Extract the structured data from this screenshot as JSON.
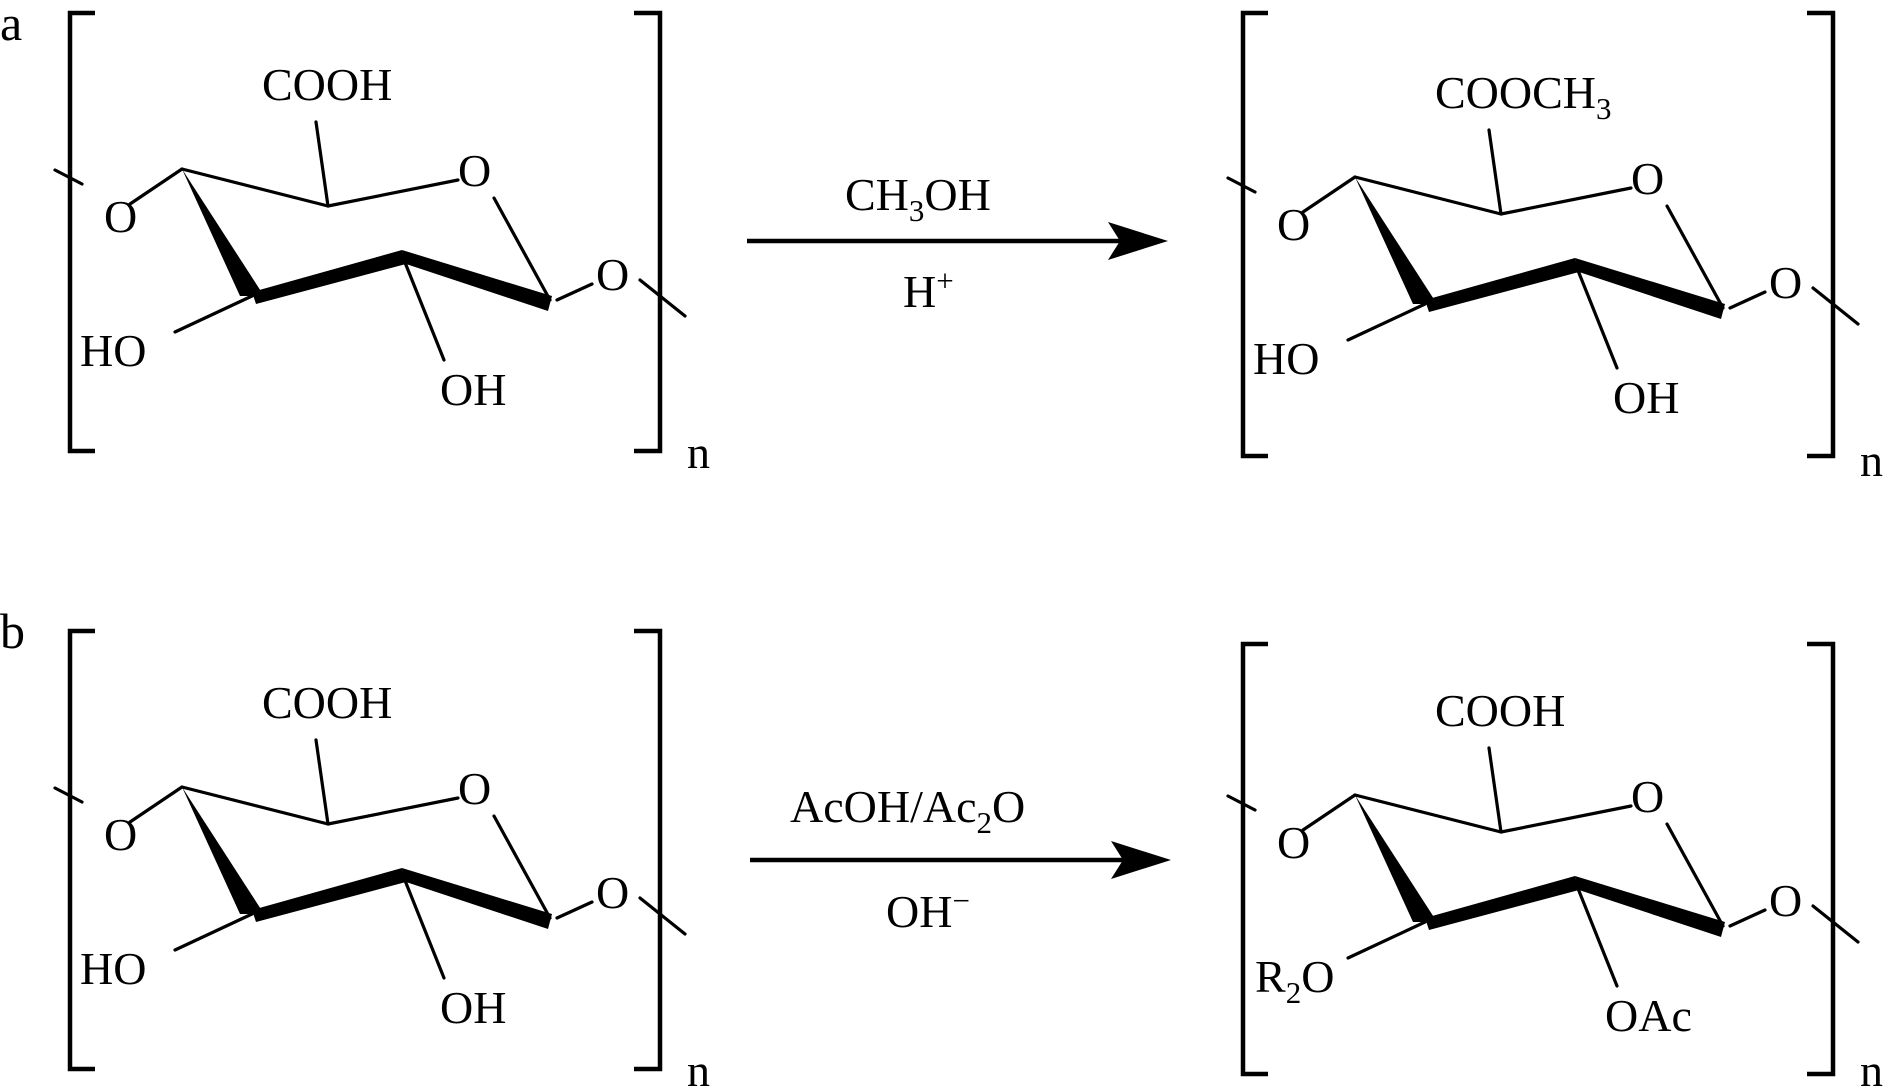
{
  "panels": [
    {
      "label": "a",
      "reactant": {
        "top_group": "COOH",
        "ring_oxygen": "O",
        "left_linker": "O",
        "right_linker": "O",
        "left_substituent": "HO",
        "right_substituent": "OH",
        "repeat": "n"
      },
      "reagent_above": {
        "main": "CH",
        "sub": "3",
        "tail": "OH"
      },
      "reagent_below": {
        "main": "H",
        "sup": "+"
      },
      "product": {
        "top_group": {
          "main": "COOCH",
          "sub": "3"
        },
        "ring_oxygen": "O",
        "left_linker": "O",
        "right_linker": "O",
        "left_substituent": {
          "main": "HO",
          "sub": "",
          "tail": ""
        },
        "right_substituent": "OH",
        "repeat": "n"
      }
    },
    {
      "label": "b",
      "reactant": {
        "top_group": "COOH",
        "ring_oxygen": "O",
        "left_linker": "O",
        "right_linker": "O",
        "left_substituent": "HO",
        "right_substituent": "OH",
        "repeat": "n"
      },
      "reagent_above": {
        "main": "AcOH/Ac",
        "sub": "2",
        "tail": "O"
      },
      "reagent_below": {
        "main": "OH",
        "sup": "−"
      },
      "product": {
        "top_group": {
          "main": "COOH",
          "sub": ""
        },
        "ring_oxygen": "O",
        "left_linker": "O",
        "right_linker": "O",
        "left_substituent": {
          "main": "R",
          "sub": "2",
          "tail": "O"
        },
        "right_substituent": "OAc",
        "repeat": "n"
      }
    }
  ]
}
